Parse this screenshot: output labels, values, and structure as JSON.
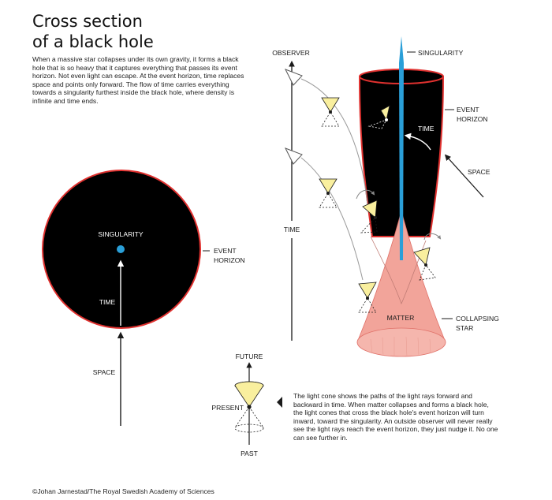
{
  "title": {
    "line1": "Cross section",
    "line2": "of a black hole"
  },
  "intro": "When a massive star collapses under its own gravity, it forms a black hole that is so heavy that it captures everything that passes its event horizon. Not even light can escape. At the event horizon, time replaces space and points only forward. The flow of time carries everything towards a singularity furthest inside the black hole, where density is infinite and time ends.",
  "circle_diagram": {
    "singularity": "SINGULARITY",
    "time": "TIME",
    "space": "SPACE",
    "event_horizon": {
      "line1": "EVENT",
      "line2": "HORIZON"
    }
  },
  "tube_diagram": {
    "observer": "OBSERVER",
    "time_axis": "TIME",
    "singularity": "SINGULARITY",
    "event_horizon": {
      "line1": "EVENT",
      "line2": "HORIZON"
    },
    "time_inside": "TIME",
    "space": "SPACE",
    "matter": "MATTER",
    "collapsing_star": {
      "line1": "COLLAPSING",
      "line2": "STAR"
    }
  },
  "light_cone_legend": {
    "future": "FUTURE",
    "present": "PRESENT",
    "past": "PAST"
  },
  "caption": "The light cone shows the paths of the light rays forward and backward in time. When matter collapses and forms a black hole, the light cones that cross the black hole's event horizon will turn inward, toward the singularity. An outside observer will never really see the light rays reach the event horizon, they just nudge it. No one can see further in.",
  "credit": "©Johan Jarnestad/The Royal Swedish Academy of Sciences",
  "colors": {
    "black_hole": "#000000",
    "horizon_edge": "#e0312f",
    "singularity": "#2a9fd8",
    "matter": "#f2a49a",
    "light_cone": "#f9ef9e"
  }
}
